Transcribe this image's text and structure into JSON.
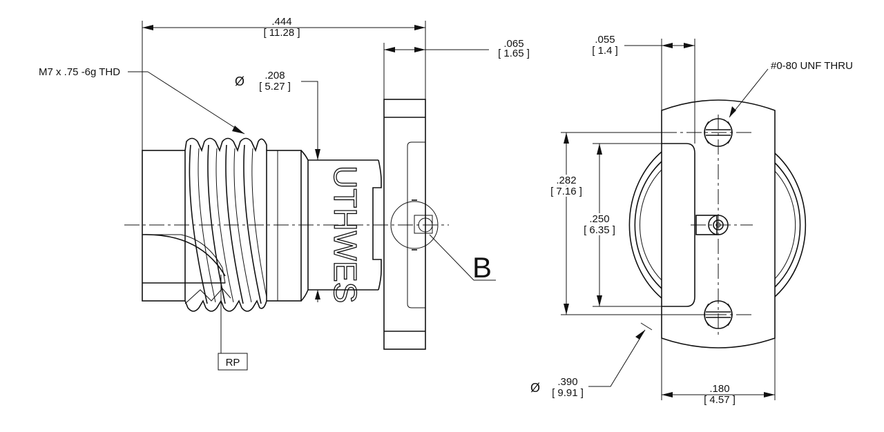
{
  "side_view": {
    "thread_callout": "M7 x .75 -6g THD",
    "overall_length_in": ".444",
    "overall_length_mm": "[ 11.28 ]",
    "flange_thickness_in": ".065",
    "flange_thickness_mm": "[ 1.65 ]",
    "diameter_symbol": "Ø",
    "neck_diameter_in": ".208",
    "neck_diameter_mm": "[ 5.27 ]",
    "body_marking": "UTHWES",
    "section_ref": "RP",
    "detail_label": "B"
  },
  "end_view": {
    "offset_in": ".055",
    "offset_mm": "[ 1.4 ]",
    "hole_callout": "#0-80 UNF THRU",
    "height_outer_in": ".282",
    "height_outer_mm": "[ 7.16 ]",
    "height_inner_in": ".250",
    "height_inner_mm": "[ 6.35 ]",
    "diameter_symbol": "Ø",
    "outer_diameter_in": ".390",
    "outer_diameter_mm": "[ 9.91 ]",
    "width_in": ".180",
    "width_mm": "[ 4.57 ]"
  }
}
